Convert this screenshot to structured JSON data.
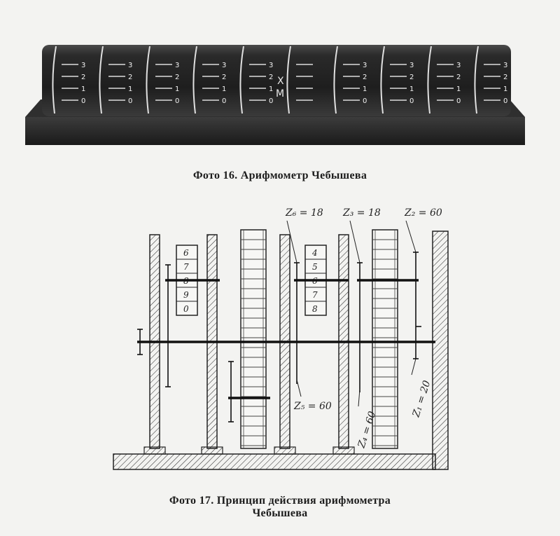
{
  "photo16": {
    "caption": "Фото 16. Арифмометр Чебышева",
    "wheel_digits": [
      "3",
      "2",
      "1",
      "0"
    ],
    "sign_top": "X",
    "sign_bottom": "M"
  },
  "photo17": {
    "caption_line1": "Фото 17. Принцип действия арифмометра",
    "caption_line2": "Чебышева",
    "gear_labels": {
      "z6": "Z₆ = 18",
      "z3": "Z₃ = 18",
      "z2": "Z₂ = 60",
      "z5": "Z₅ = 60",
      "z4": "Z₄ = 60",
      "z1": "Z₁ = 20"
    },
    "drum_left_digits": [
      "6",
      "7",
      "8",
      "9",
      "0"
    ],
    "drum_right_digits": [
      "4",
      "5",
      "6",
      "7",
      "8"
    ]
  }
}
